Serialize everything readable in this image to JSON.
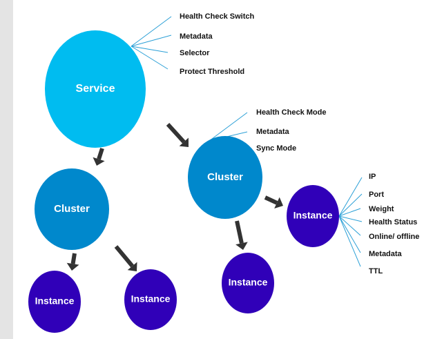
{
  "colors": {
    "service": "#00bcf0",
    "cluster": "#0088cc",
    "instance": "#3000b8",
    "arrow": "#333333",
    "spoke": "#2a9fd6",
    "sidebar": "#e4e4e4"
  },
  "nodes": {
    "service": {
      "label": "Service"
    },
    "cluster_left": {
      "label": "Cluster"
    },
    "cluster_right": {
      "label": "Cluster"
    },
    "instance_ll": {
      "label": "Instance"
    },
    "instance_lr": {
      "label": "Instance"
    },
    "instance_rb": {
      "label": "Instance"
    },
    "instance_rr": {
      "label": "Instance"
    }
  },
  "service_attributes": [
    "Health Check Switch",
    "Metadata",
    "Selector",
    "Protect Threshold"
  ],
  "cluster_attributes": [
    "Health Check Mode",
    "Metadata",
    "Sync Mode"
  ],
  "instance_attributes": [
    "IP",
    "Port",
    "Weight",
    "Health Status",
    "Online/ offline",
    "Metadata",
    "TTL"
  ]
}
